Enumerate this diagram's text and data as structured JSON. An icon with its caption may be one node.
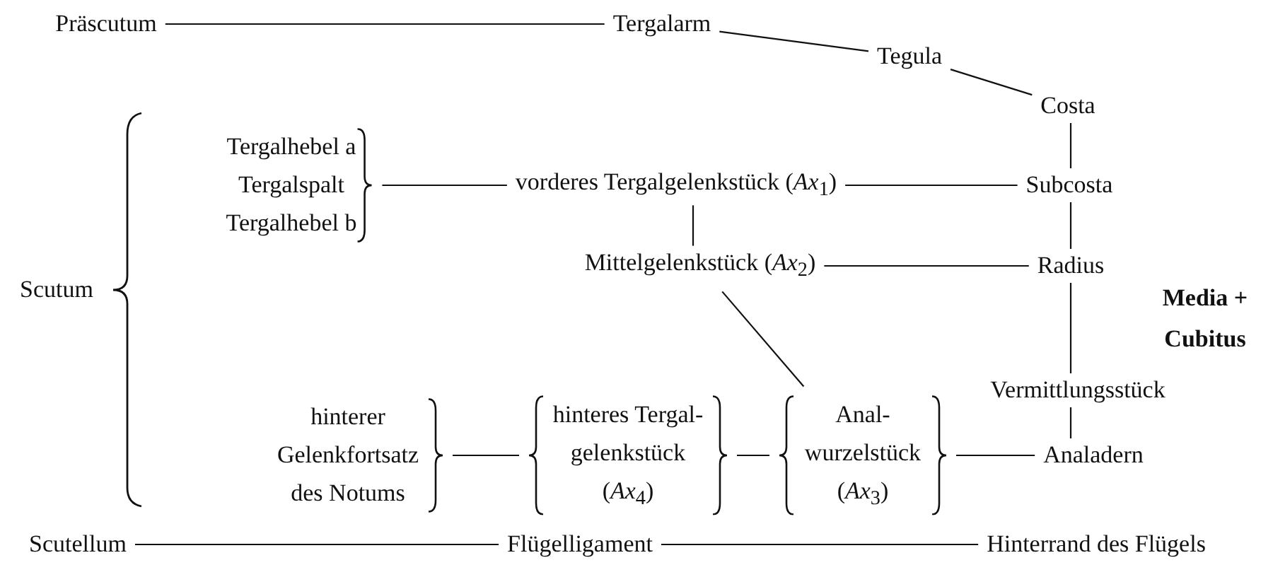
{
  "diagram": {
    "nodes": [
      {
        "text": [
          "Präscutum"
        ]
      },
      {
        "text": [
          "Tergalarm"
        ]
      },
      {
        "text": [
          "Tegula"
        ]
      },
      {
        "text": [
          "Costa"
        ]
      },
      {
        "text": [
          "Scutum"
        ]
      },
      {
        "text": [
          "Tergalhebel a",
          "Tergalspalt",
          "Tergalhebel b"
        ]
      },
      {
        "text": [
          "vorderes Tergalgelenkstück (*Ax*$_{1}$)"
        ]
      },
      {
        "text": [
          "Subcosta"
        ]
      },
      {
        "text": [
          "Mittelgelenkstück (*Ax*$_{2}$)"
        ]
      },
      {
        "text": [
          "Radius"
        ]
      },
      {
        "text": [
          "Vermittlungsstück"
        ]
      },
      {
        "text": [
          "hinterer Gelenkfortsatz des Notums"
        ]
      },
      {
        "text": [
          "hinteres Tergal- gelenkstück (*Ax*$_{4}$)"
        ]
      },
      {
        "text": [
          "Anal- wurzelstück (*Ax*$_{3}$)"
        ]
      },
      {
        "text": [
          "Analadern"
        ]
      },
      {
        "text": [
          "Scutellum"
        ]
      },
      {
        "text": [
          "Flügelligament"
        ]
      },
      {
        "text": [
          "Hinterrand des Flügels"
        ]
      }
    ],
    "edges": [
      {
        "from": 0,
        "to": 1,
        "arrow": "none"
      },
      {
        "from": 1,
        "to": 2,
        "arrow": "none"
      },
      {
        "from": 2,
        "to": 3,
        "arrow": "none"
      },
      {
        "from": 3,
        "to": 7,
        "arrow": "none"
      },
      {
        "from": 5,
        "to": 6,
        "arrow": "none"
      },
      {
        "from": 6,
        "to": 7,
        "arrow": "none"
      },
      {
        "from": 6,
        "to": 8,
        "arrow": "none"
      },
      {
        "from": 8,
        "to": 9,
        "arrow": "none"
      },
      {
        "from": 7,
        "to": 9,
        "arrow": "none"
      },
      {
        "from": 8,
        "to": 13,
        "arrow": "none"
      },
      {
        "from": 9,
        "to": 10,
        "arrow": "none"
      },
      {
        "from": 10,
        "to": 14,
        "arrow": "none"
      },
      {
        "from": 11,
        "to": 12,
        "arrow": "none"
      },
      {
        "from": 12,
        "to": 13,
        "arrow": "none"
      },
      {
        "from": 13,
        "to": 14,
        "arrow": "none"
      },
      {
        "from": 15,
        "to": 16,
        "arrow": "none"
      },
      {
        "from": 16,
        "to": 17,
        "arrow": "none"
      }
    ],
    "labels": [
      "Media + Cubitus"
    ]
  }
}
